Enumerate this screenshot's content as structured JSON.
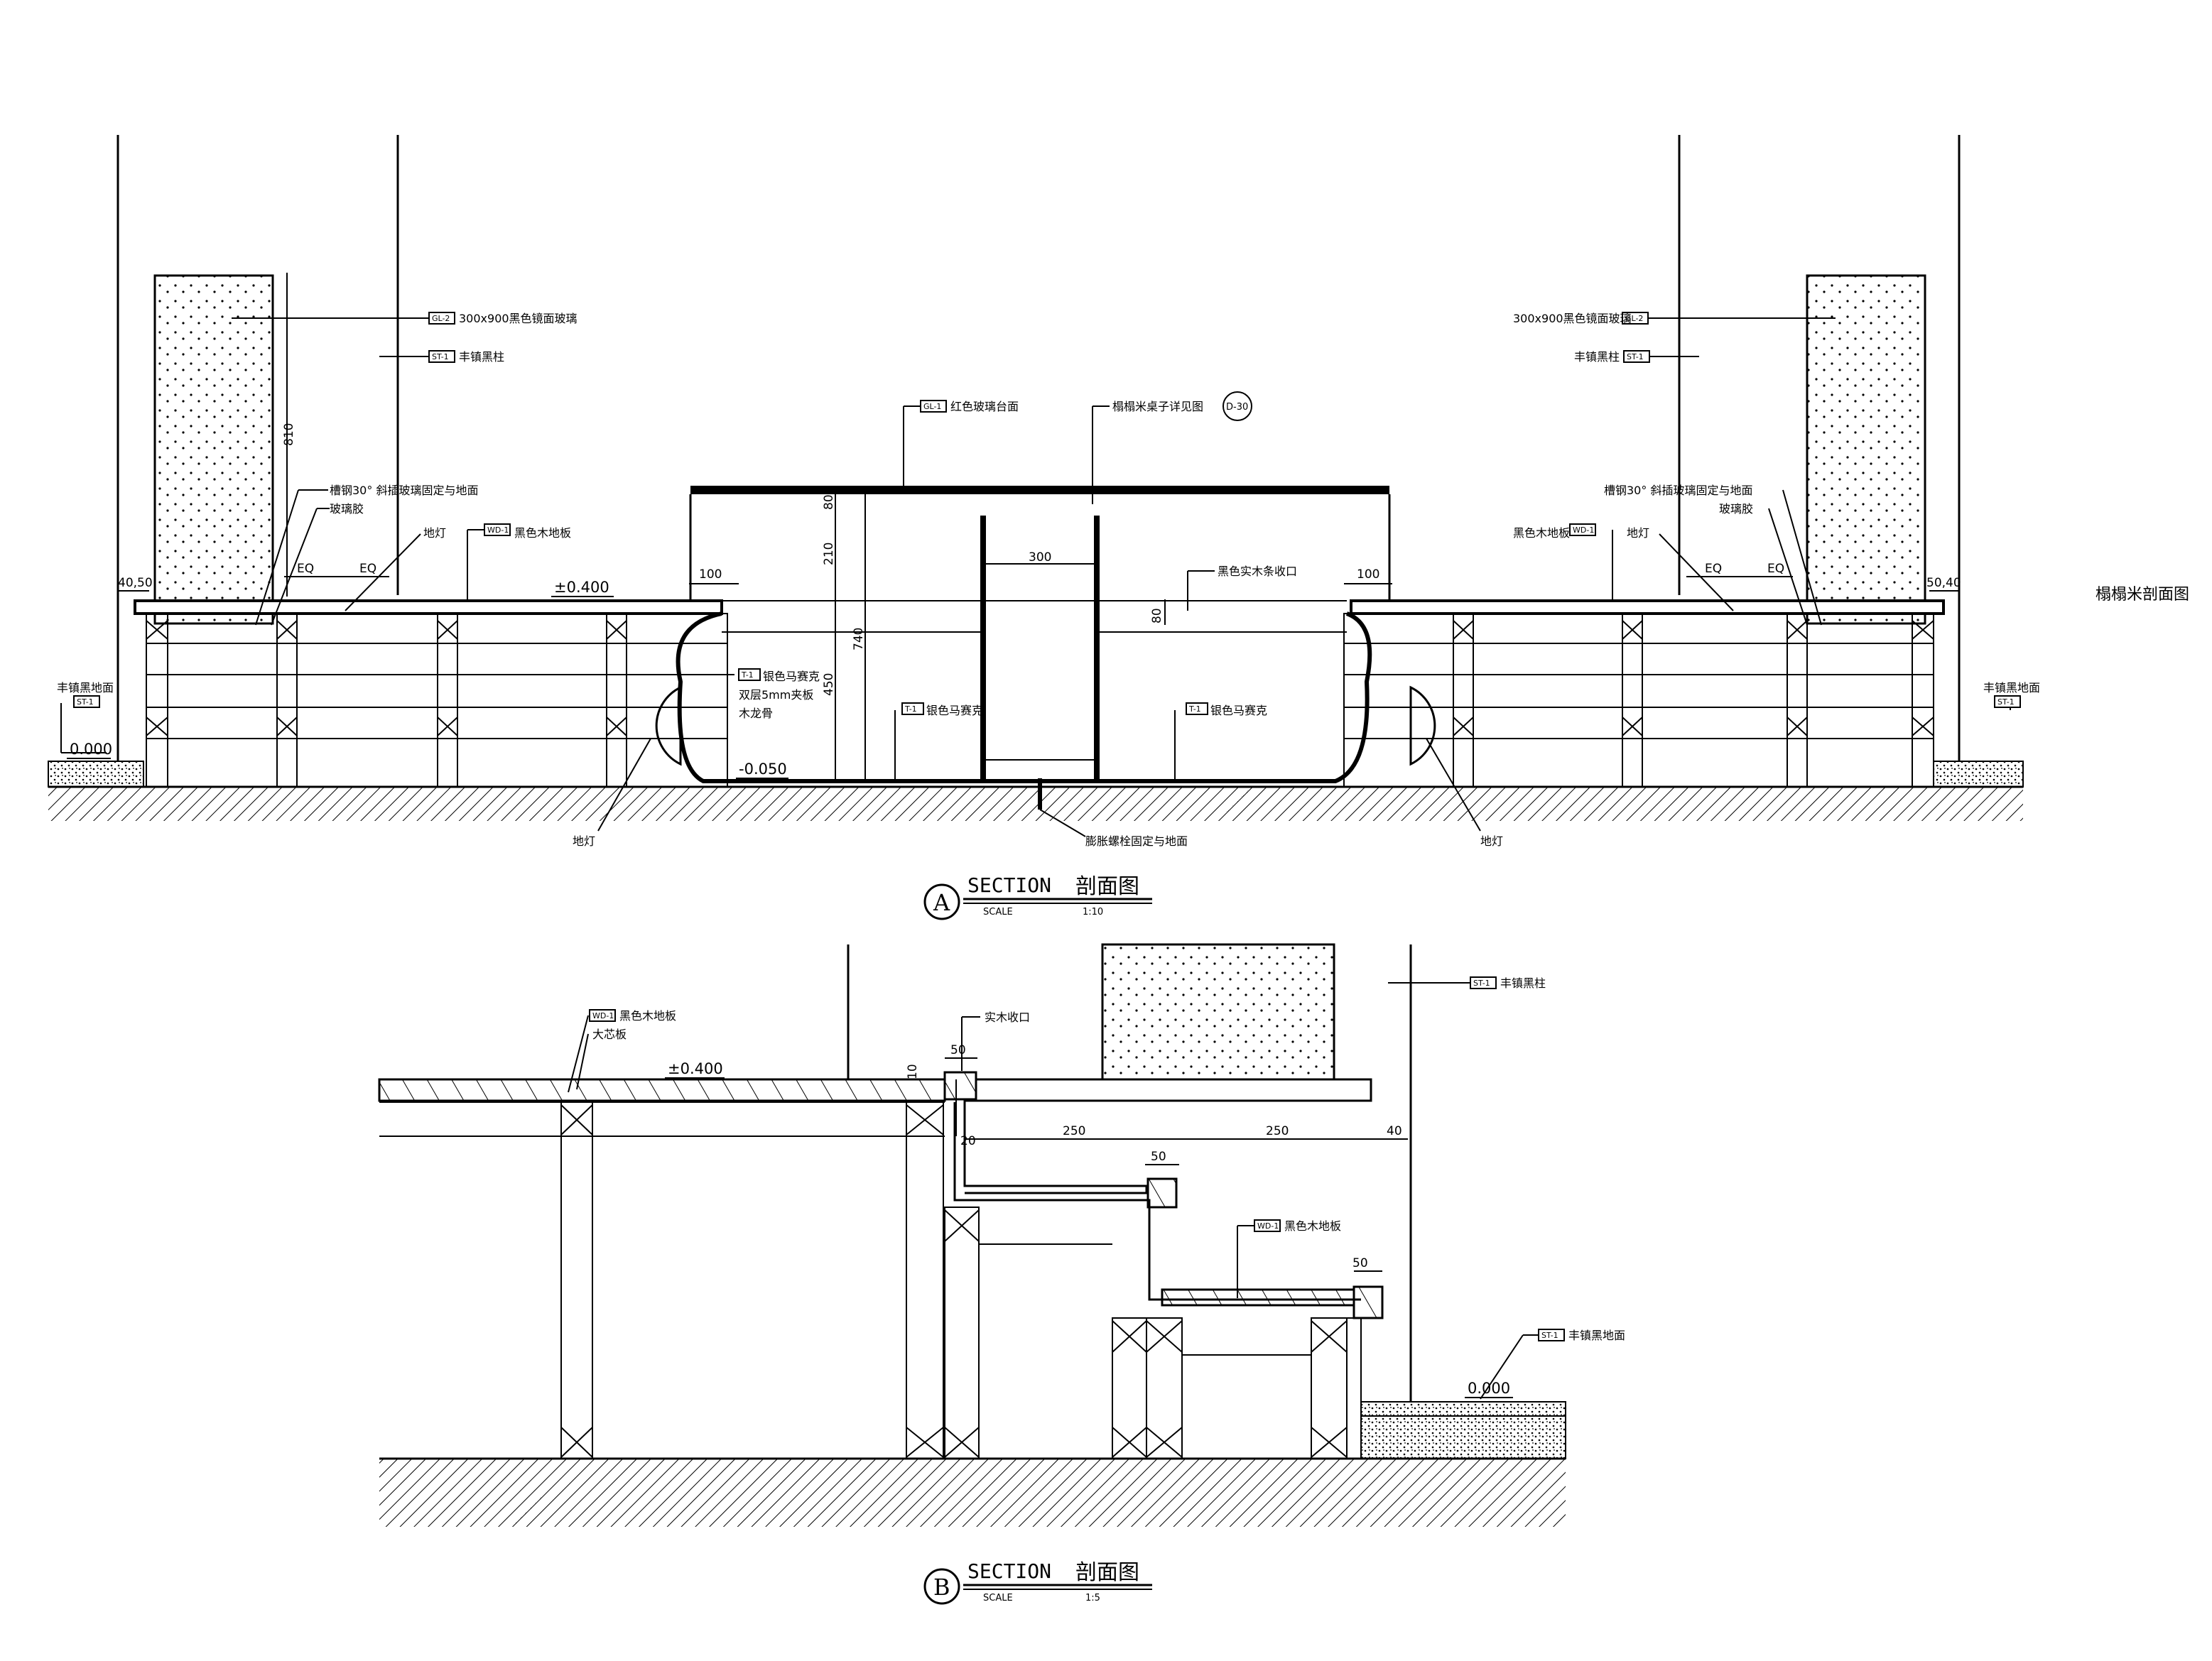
{
  "section_a": {
    "marker": "A",
    "title": "SECTION",
    "title_cn": "剖面图",
    "scale_label": "SCALE",
    "scale": "1:10",
    "side_title": "榻榻米剖面图",
    "labels": {
      "glass_left": "300x900黑色镜面玻璃",
      "glass_right": "300x900黑色镜面玻璃",
      "column_left": "丰镇黑柱",
      "column_right": "丰镇黑柱",
      "red_glass_top": "红色玻璃台面",
      "table_ref": "榻榻米桌子详见图",
      "table_ref_detail": "D-30",
      "steel_left": "槽钢30° 斜插玻璃固定与地面",
      "steel_right": "槽钢30° 斜插玻璃固定与地面",
      "glass_glue_left": "玻璃胶",
      "glass_glue_right": "玻璃胶",
      "floor_light_top_left": "地灯",
      "floor_light_top_right": "地灯",
      "wood_floor_left": "黑色木地板",
      "wood_floor_right": "黑色木地板",
      "black_wood_trim": "黑色实木条收口",
      "mosaic_1": "银色马赛克",
      "plywood": "双层5mm夹板",
      "keel": "木龙骨",
      "mosaic_2": "银色马赛克",
      "mosaic_3": "银色马赛克",
      "ground_left": "丰镇黑地面",
      "ground_right": "丰镇黑地面",
      "floor_light_bottom_left": "地灯",
      "floor_light_bottom_right": "地灯",
      "bolt": "膨胀螺栓固定与地面"
    },
    "tags": {
      "gl2": "GL-2",
      "st1": "ST-1",
      "gl1": "GL-1",
      "wd1": "WD-1",
      "t1": "T-1"
    },
    "levels": {
      "floor": "±0.400",
      "zero": "0.000",
      "pit": "-0.050"
    },
    "dims": {
      "h810": "810",
      "h80top": "80",
      "h210": "210",
      "h740": "740",
      "h450": "450",
      "w300": "300",
      "w100l": "100",
      "w100r": "100",
      "h80trim": "80",
      "eq1": "EQ",
      "eq2": "EQ",
      "eq3": "EQ",
      "eq4": "EQ",
      "edge_left": "40,50",
      "edge_right": "50,40"
    }
  },
  "section_b": {
    "marker": "B",
    "title": "SECTION",
    "title_cn": "剖面图",
    "scale_label": "SCALE",
    "scale": "1:5",
    "labels": {
      "wood_floor_1": "黑色木地板",
      "core_board": "大芯板",
      "solid_trim": "实木收口",
      "column": "丰镇黑柱",
      "wood_floor_2": "黑色木地板",
      "ground": "丰镇黑地面"
    },
    "tags": {
      "wd1": "WD-1",
      "st1": "ST-1"
    },
    "levels": {
      "floor": "±0.400",
      "zero": "0.000"
    },
    "dims": {
      "d50a": "50",
      "d10": "10",
      "d20": "20",
      "d250a": "250",
      "d250b": "250",
      "d50b": "50",
      "d40": "40",
      "d50c": "50"
    }
  }
}
